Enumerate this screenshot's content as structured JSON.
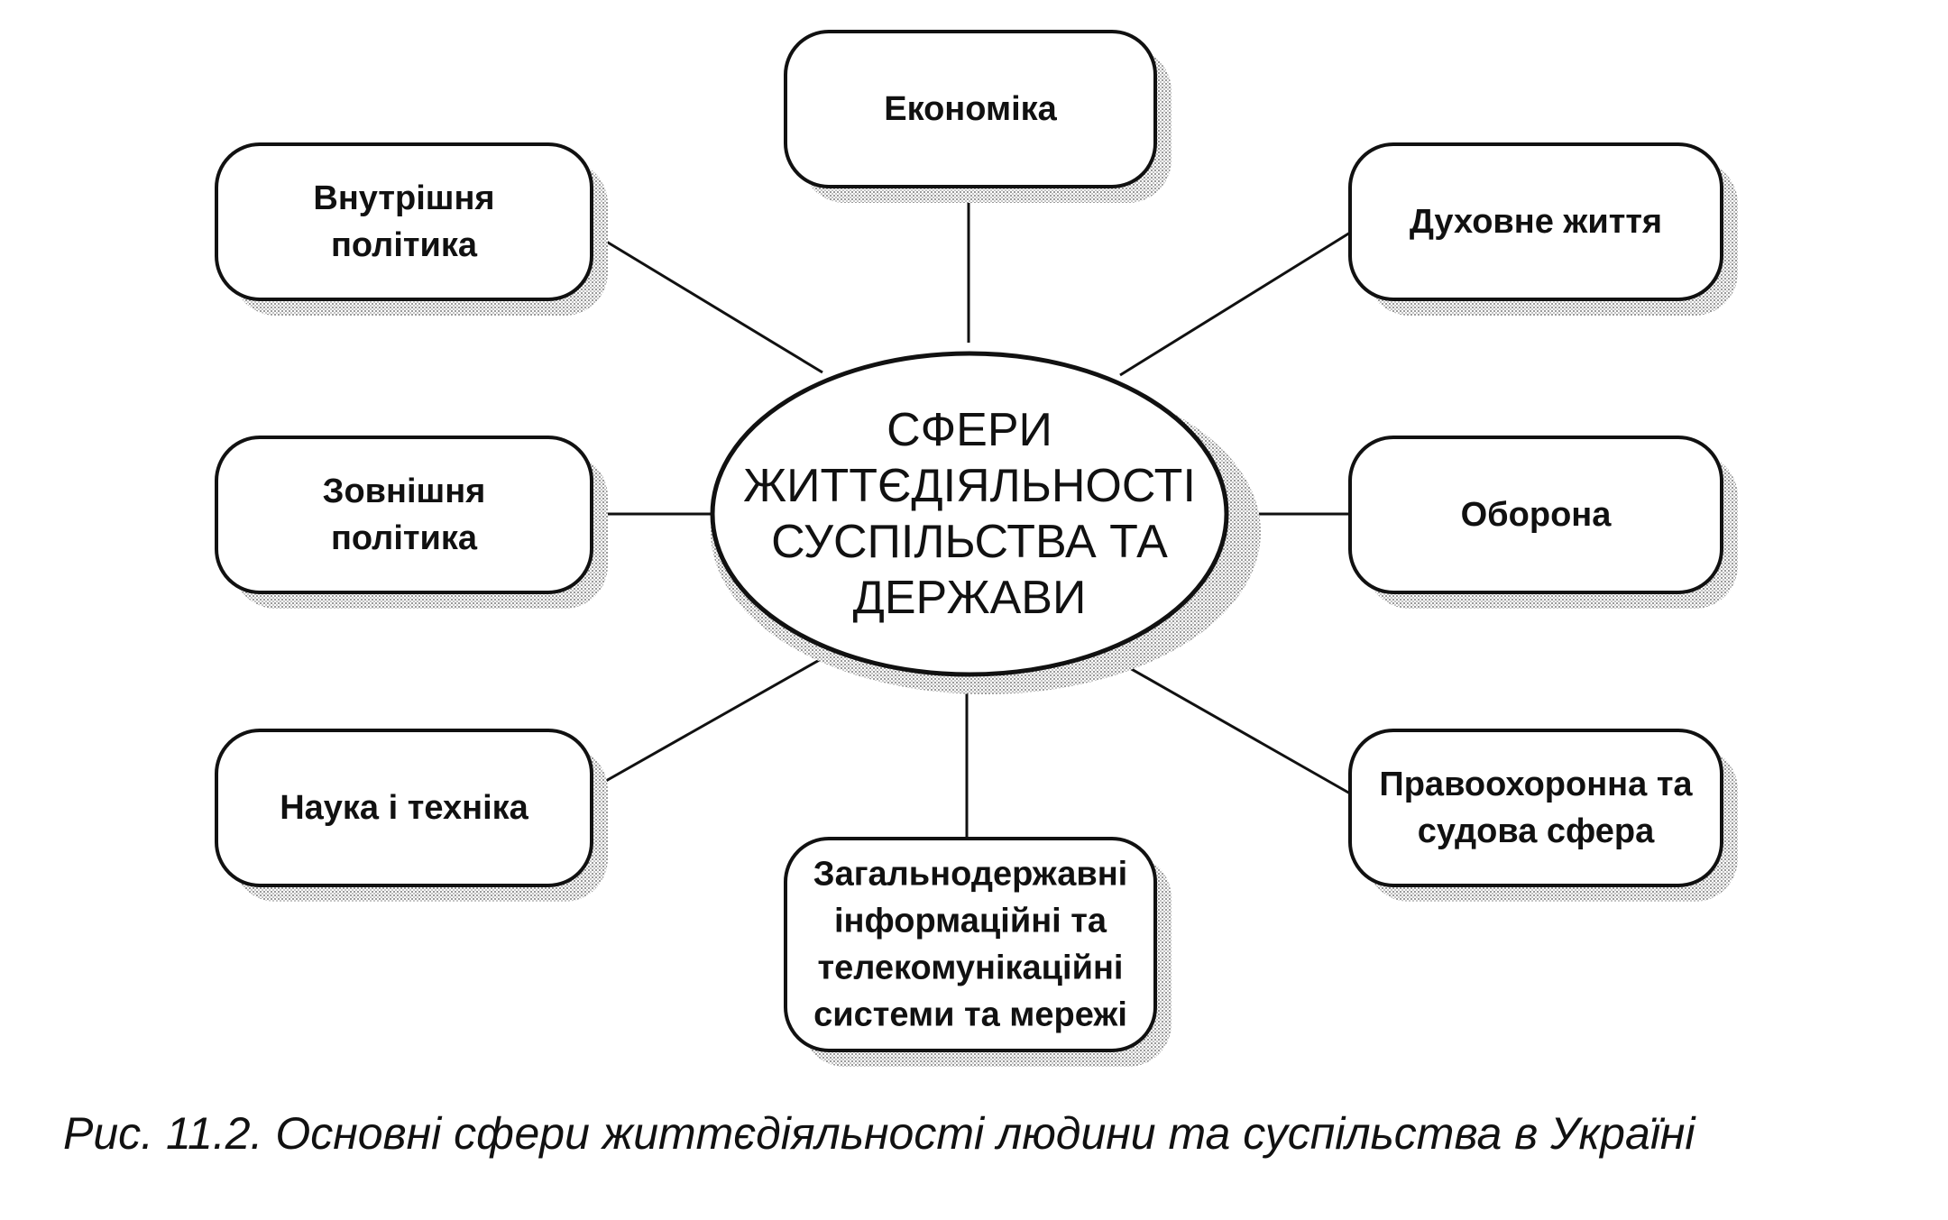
{
  "center": {
    "lines": [
      "СФЕРИ",
      "ЖИТТЄДІЯЛЬНОСТІ",
      "СУСПІЛЬСТВА ТА",
      "ДЕРЖАВИ"
    ]
  },
  "nodes": [
    {
      "id": "ekonomika",
      "lines": [
        "Економіка"
      ]
    },
    {
      "id": "vnutrishnia-polityka",
      "lines": [
        "Внутрішня",
        "політика"
      ]
    },
    {
      "id": "dukhovne-zhyttia",
      "lines": [
        "Духовне життя"
      ]
    },
    {
      "id": "zovnishnia-polityka",
      "lines": [
        "Зовнішня",
        "політика"
      ]
    },
    {
      "id": "oborona",
      "lines": [
        "Оборона"
      ]
    },
    {
      "id": "nauka-i-tekhnika",
      "lines": [
        "Наука і техніка"
      ]
    },
    {
      "id": "pravookhoronna-sfera",
      "lines": [
        "Правоохоронна та",
        "судова сфера"
      ]
    },
    {
      "id": "informatsiini-systemy",
      "lines": [
        "Загальнодержавні",
        "інформаційні та",
        "телекомунікаційні",
        "системи та мережі"
      ]
    }
  ],
  "caption": "Рис. 11.2. Основні сфери життєдіяльності людини та суспільства в Україні"
}
